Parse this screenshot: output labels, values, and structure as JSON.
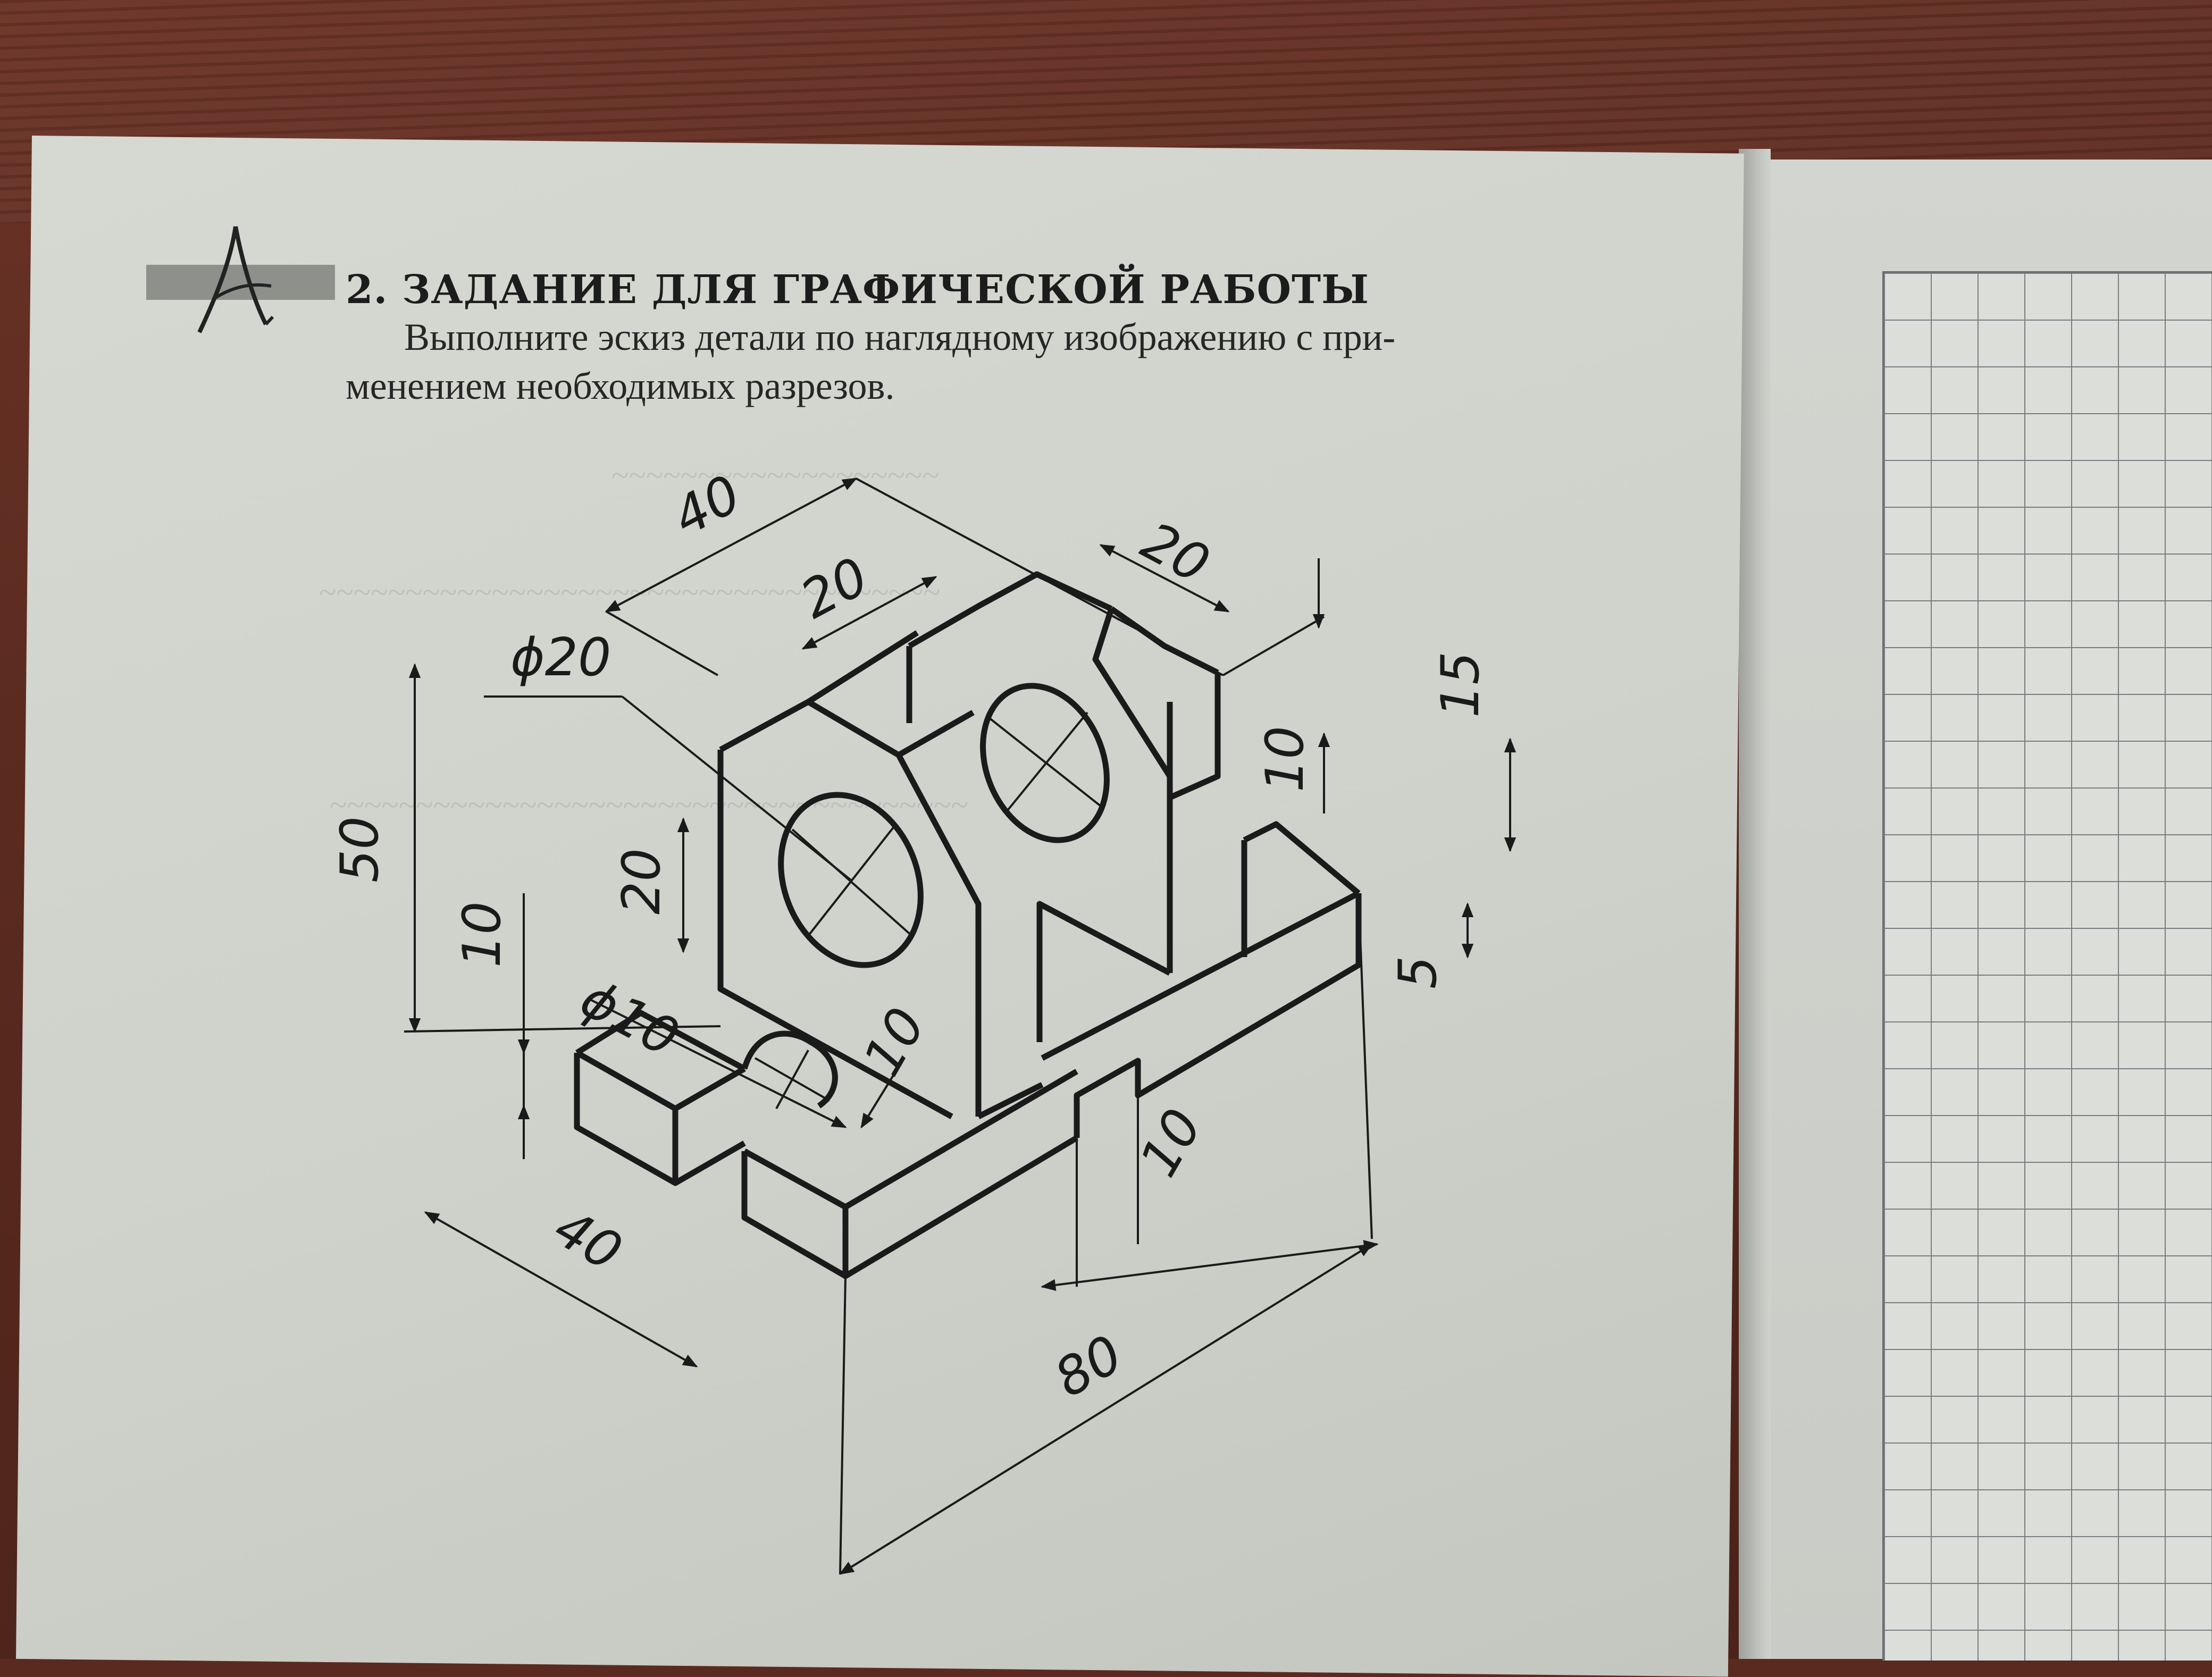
{
  "section": {
    "icon": "compass-icon",
    "title": "2. ЗАДАНИЕ ДЛЯ ГРАФИЧЕСКОЙ РАБОТЫ",
    "text_line1": "Выполните эскиз детали по наглядному изображению с при-",
    "text_line2": "менением необходимых разрезов."
  },
  "dimensions": {
    "top_width": "40",
    "top_inner": "20",
    "top_right": "20",
    "hole_large": "ϕ20",
    "height_total": "50",
    "hole_center_height": "20",
    "foot_height": "10",
    "slot_diameter": "ϕ10",
    "wall_thickness": "10",
    "right_15": "15",
    "right_10": "10",
    "right_5": "5",
    "base_depth": "40",
    "notch_width": "10",
    "base_length": "80"
  },
  "colors": {
    "paper": "#d0d2cc",
    "ink": "#1a1a1a",
    "desk": "#5a2a20",
    "grid": "#7a7d80"
  }
}
